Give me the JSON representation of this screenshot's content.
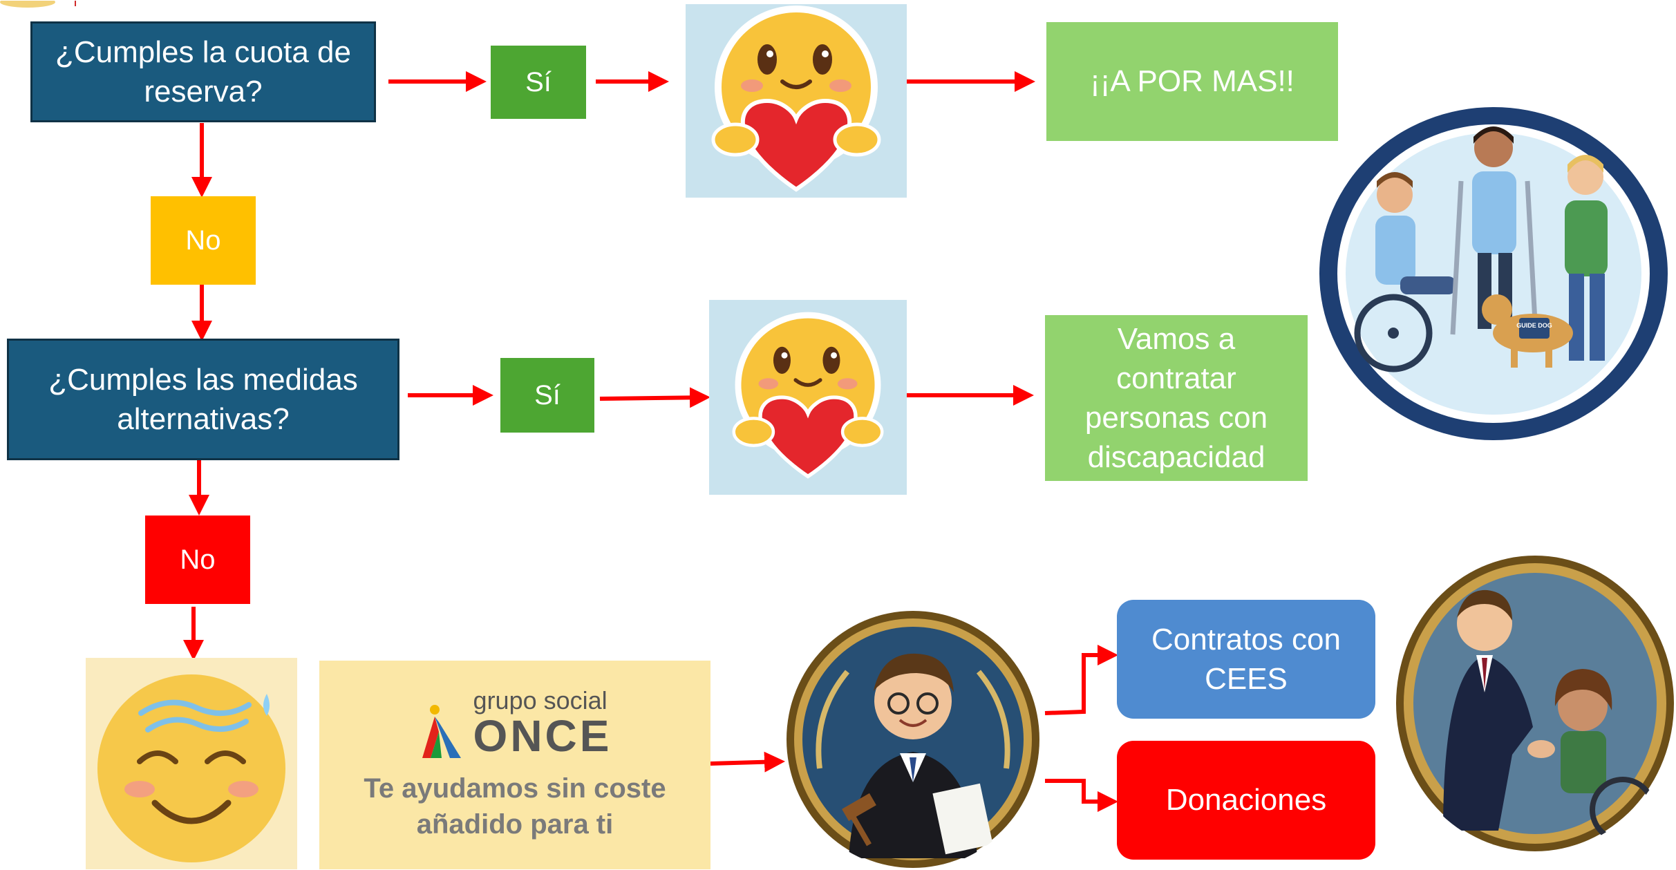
{
  "colors": {
    "question": "#1a5a7e",
    "yes": "#4da632",
    "no_amber": "#ffc000",
    "no_red": "#ff0000",
    "result": "#92d36e",
    "once_panel": "#fbe7a6",
    "cees": "#4f8bd0",
    "donations": "#ff0000",
    "arrow": "#ff0000"
  },
  "step1": {
    "question_line1": "¿Cumples la cuota de",
    "question_line2": "reserva?",
    "yes_label": "Sí",
    "result_label": "¡¡A POR MAS!!",
    "no_label": "No"
  },
  "step2": {
    "question_line1": "¿Cumples las medidas",
    "question_line2": "alternativas?",
    "yes_label": "Sí",
    "result_lines": [
      "Vamos a",
      "contratar",
      "personas con",
      "discapacidad"
    ],
    "no_label": "No"
  },
  "once_panel": {
    "brand_top": "grupo social",
    "brand_name": "ONCE",
    "tagline_line1": "Te ayudamos sin coste",
    "tagline_line2": "añadido para ti"
  },
  "options": {
    "cees_line1": "Contratos con",
    "cees_line2": "CEES",
    "donations": "Donaciones"
  },
  "illustrations": {
    "step1_emoji": "heart-hug-emoji-icon",
    "step2_emoji": "heart-hug-emoji-icon",
    "relieved_emoji": "relieved-smile-emoji-icon",
    "inclusion_badge": "inclusion-people-icon",
    "guide_dog_vest": "GUIDE DOG",
    "lawyer_badge": "lawyer-icon",
    "handshake_badge": "handshake-wheelchair-icon"
  }
}
